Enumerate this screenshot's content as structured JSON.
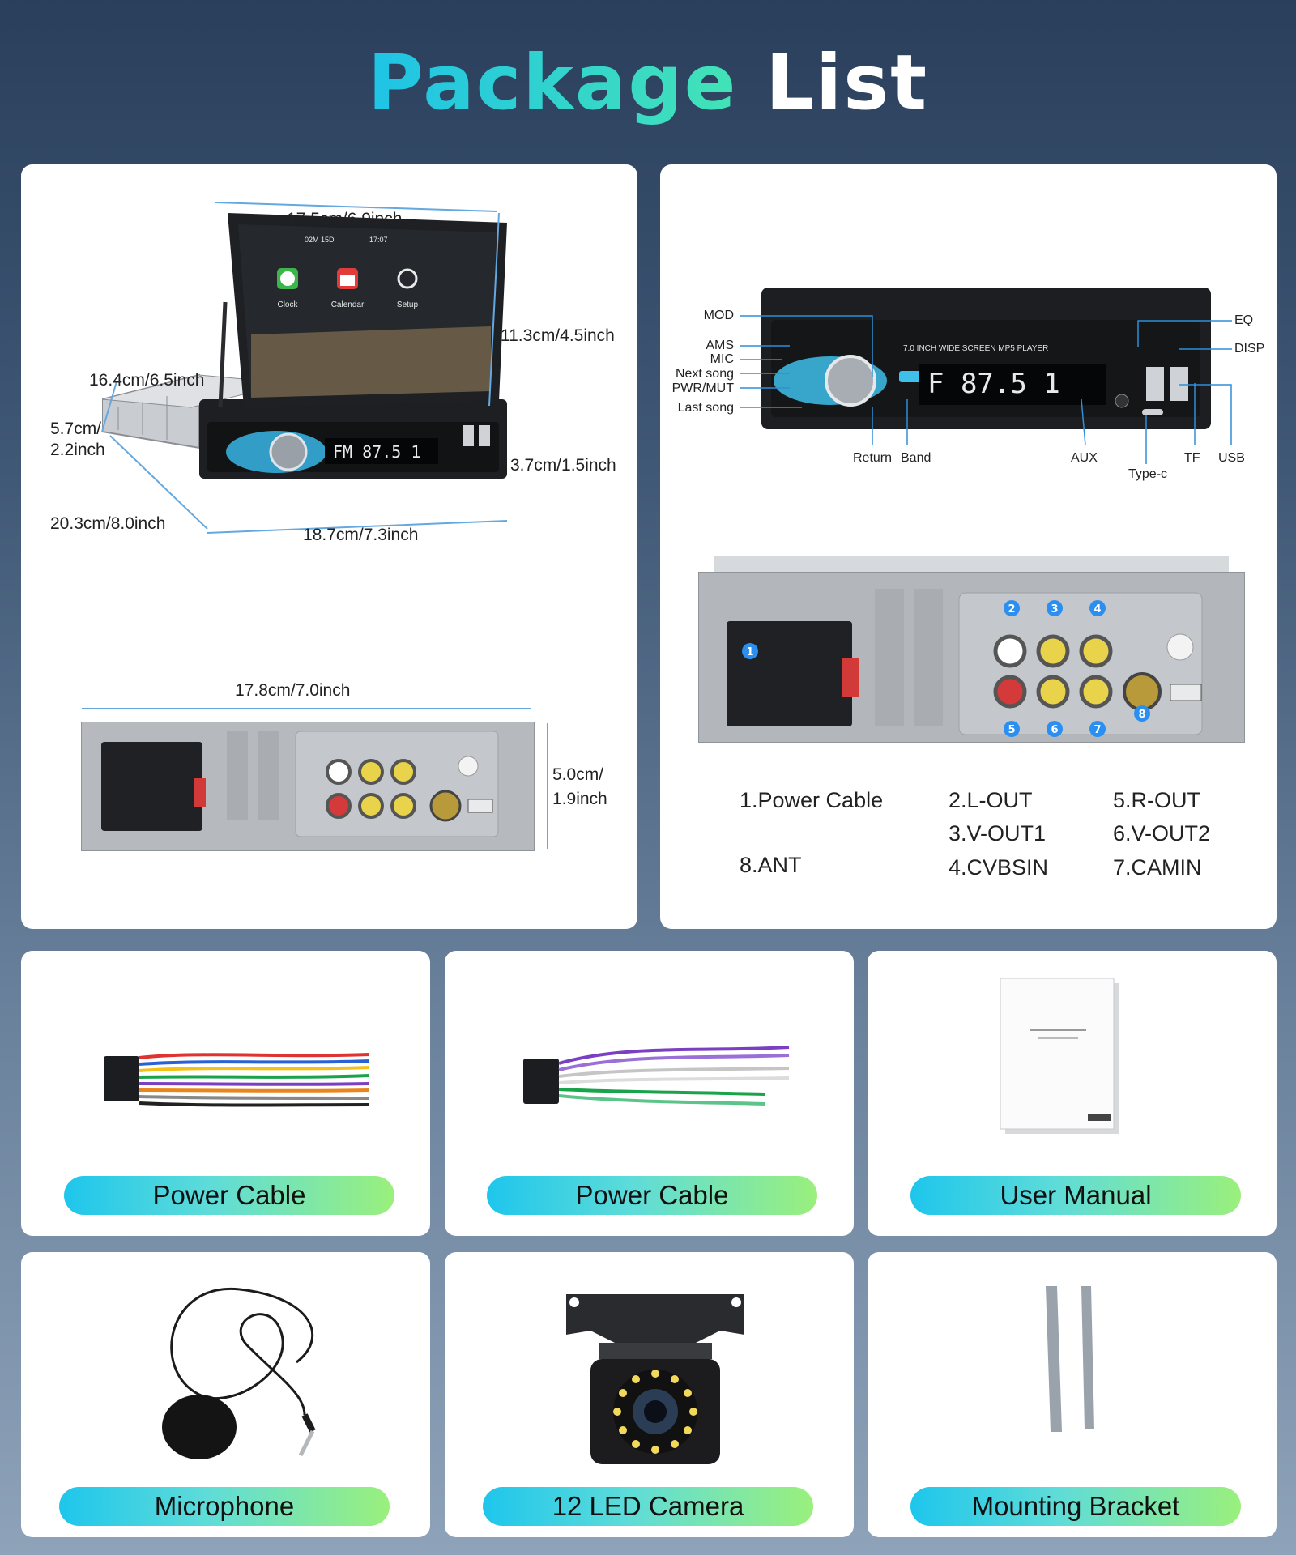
{
  "title": {
    "part1": "Package",
    "part2": "List"
  },
  "dimensions_panel": {
    "width_top": "17.5cm/6.9inch",
    "screen_height": "11.3cm/4.5inch",
    "screen_depth": "16.4cm/6.5inch",
    "body_height_l1": "5.7cm/",
    "body_height_l2": "2.2inch",
    "body_depth": "20.3cm/8.0inch",
    "front_width": "18.7cm/7.3inch",
    "front_height": "3.7cm/1.5inch",
    "rear_width": "17.8cm/7.0inch",
    "rear_height_l1": "5.0cm/",
    "rear_height_l2": "1.9inch",
    "screen_apps": [
      "Clock",
      "Calendar",
      "Setup"
    ],
    "status_text": "02M 15D",
    "time_text": "17:07",
    "radio_display": "FM  87.5  1"
  },
  "front_panel": {
    "left_labels": [
      "MOD",
      "AMS",
      "MIC",
      "Next song",
      "PWR/MUT",
      "Last song"
    ],
    "right_labels": [
      "EQ",
      "DISP"
    ],
    "bottom_labels": [
      "Return",
      "Band",
      "AUX",
      "Type-c",
      "TF",
      "USB"
    ],
    "model_text": "7.0 INCH WIDE SCREEN   MP5 PLAYER",
    "display_text": "F  87.5  1"
  },
  "ports_legend": {
    "col1": [
      "1.Power Cable",
      "8.ANT"
    ],
    "col2": [
      "2.L-OUT",
      "3.V-OUT1",
      "4.CVBSIN"
    ],
    "col3": [
      "5.R-OUT",
      "6.V-OUT2",
      "7.CAMIN"
    ],
    "badges": [
      "1",
      "2",
      "3",
      "4",
      "5",
      "6",
      "7",
      "8"
    ]
  },
  "items": [
    {
      "label": "Power Cable"
    },
    {
      "label": "Power Cable"
    },
    {
      "label": "User Manual"
    },
    {
      "label": "Microphone"
    },
    {
      "label": "12 LED Camera"
    },
    {
      "label": "Mounting Bracket"
    }
  ],
  "colors": {
    "accent_cyan": "#1ec6ec",
    "accent_green": "#9af07c",
    "badge_blue": "#2a8ff0"
  }
}
